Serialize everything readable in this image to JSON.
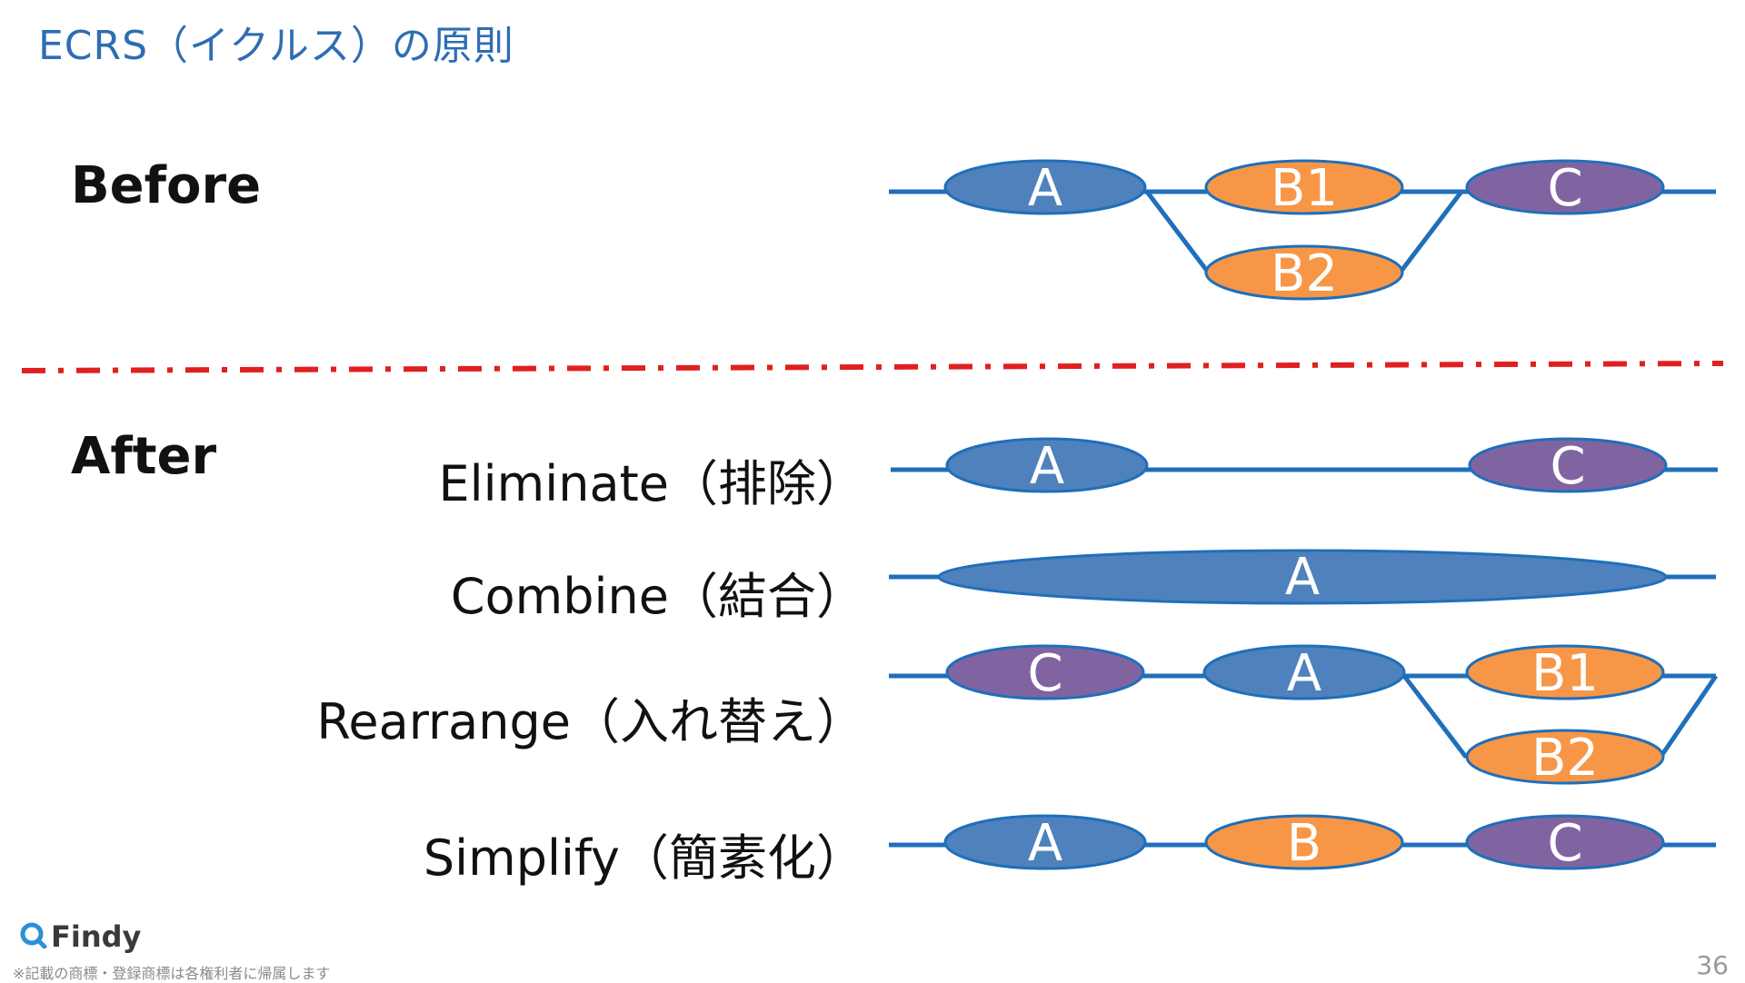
{
  "title": "ECRS（イクルス）の原則",
  "before_label": "Before",
  "after_label": "After",
  "colors": {
    "a": "#4f81bd",
    "b": "#f79646",
    "c": "#8064a2",
    "line": "#1f6fba",
    "divider": "#e02020"
  },
  "before": {
    "nodes": {
      "a": "A",
      "b1": "B1",
      "b2": "B2",
      "c": "C"
    }
  },
  "rows": {
    "eliminate": {
      "label": "Eliminate（排除）",
      "nodes": {
        "a": "A",
        "c": "C"
      }
    },
    "combine": {
      "label": "Combine（結合）",
      "nodes": {
        "a": "A"
      }
    },
    "rearrange": {
      "label": "Rearrange（入れ替え）",
      "nodes": {
        "c": "C",
        "a": "A",
        "b1": "B1",
        "b2": "B2"
      }
    },
    "simplify": {
      "label": "Simplify（簡素化）",
      "nodes": {
        "a": "A",
        "b": "B",
        "c": "C"
      }
    }
  },
  "footer": {
    "logo_text": "Findy",
    "logo_icon": "findy-logo-icon",
    "footnote": "※記載の商標・登録商標は各権利者に帰属します",
    "page_number": "36"
  }
}
